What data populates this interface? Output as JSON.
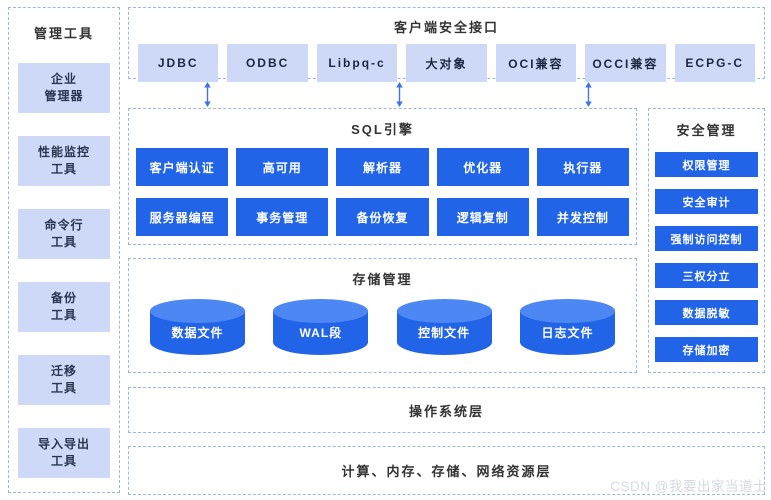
{
  "management_tools": {
    "title": "管理工具",
    "items": [
      "企业\n管理器",
      "性能监控\n工具",
      "命令行\n工具",
      "备份\n工具",
      "迁移\n工具",
      "导入导出\n工具"
    ]
  },
  "client_interface": {
    "title": "客户端安全接口",
    "items": [
      "JDBC",
      "ODBC",
      "Libpq-c",
      "大对象",
      "OCI兼容",
      "OCCI兼容",
      "ECPG-C"
    ]
  },
  "sql_engine": {
    "title": "SQL引擎",
    "items": [
      "客户端认证",
      "高可用",
      "解析器",
      "优化器",
      "执行器",
      "服务器编程",
      "事务管理",
      "备份恢复",
      "逻辑复制",
      "并发控制"
    ]
  },
  "security": {
    "title": "安全管理",
    "items": [
      "权限管理",
      "安全审计",
      "强制访问控制",
      "三权分立",
      "数据脱敏",
      "存储加密"
    ]
  },
  "storage": {
    "title": "存储管理",
    "items": [
      "数据文件",
      "WAL段",
      "控制文件",
      "日志文件"
    ]
  },
  "os_layer": {
    "title": "操作系统层"
  },
  "resource_layer": {
    "title": "计算、内存、存储、网络资源层"
  },
  "watermark": "CSDN @我要出家当道士",
  "colors": {
    "accent_blue": "#2264e8",
    "cylinder_top": "#4d87f3",
    "light_blue": "#cdd9f6",
    "dashed_border": "#9db5e6",
    "arrow": "#4273e2"
  }
}
